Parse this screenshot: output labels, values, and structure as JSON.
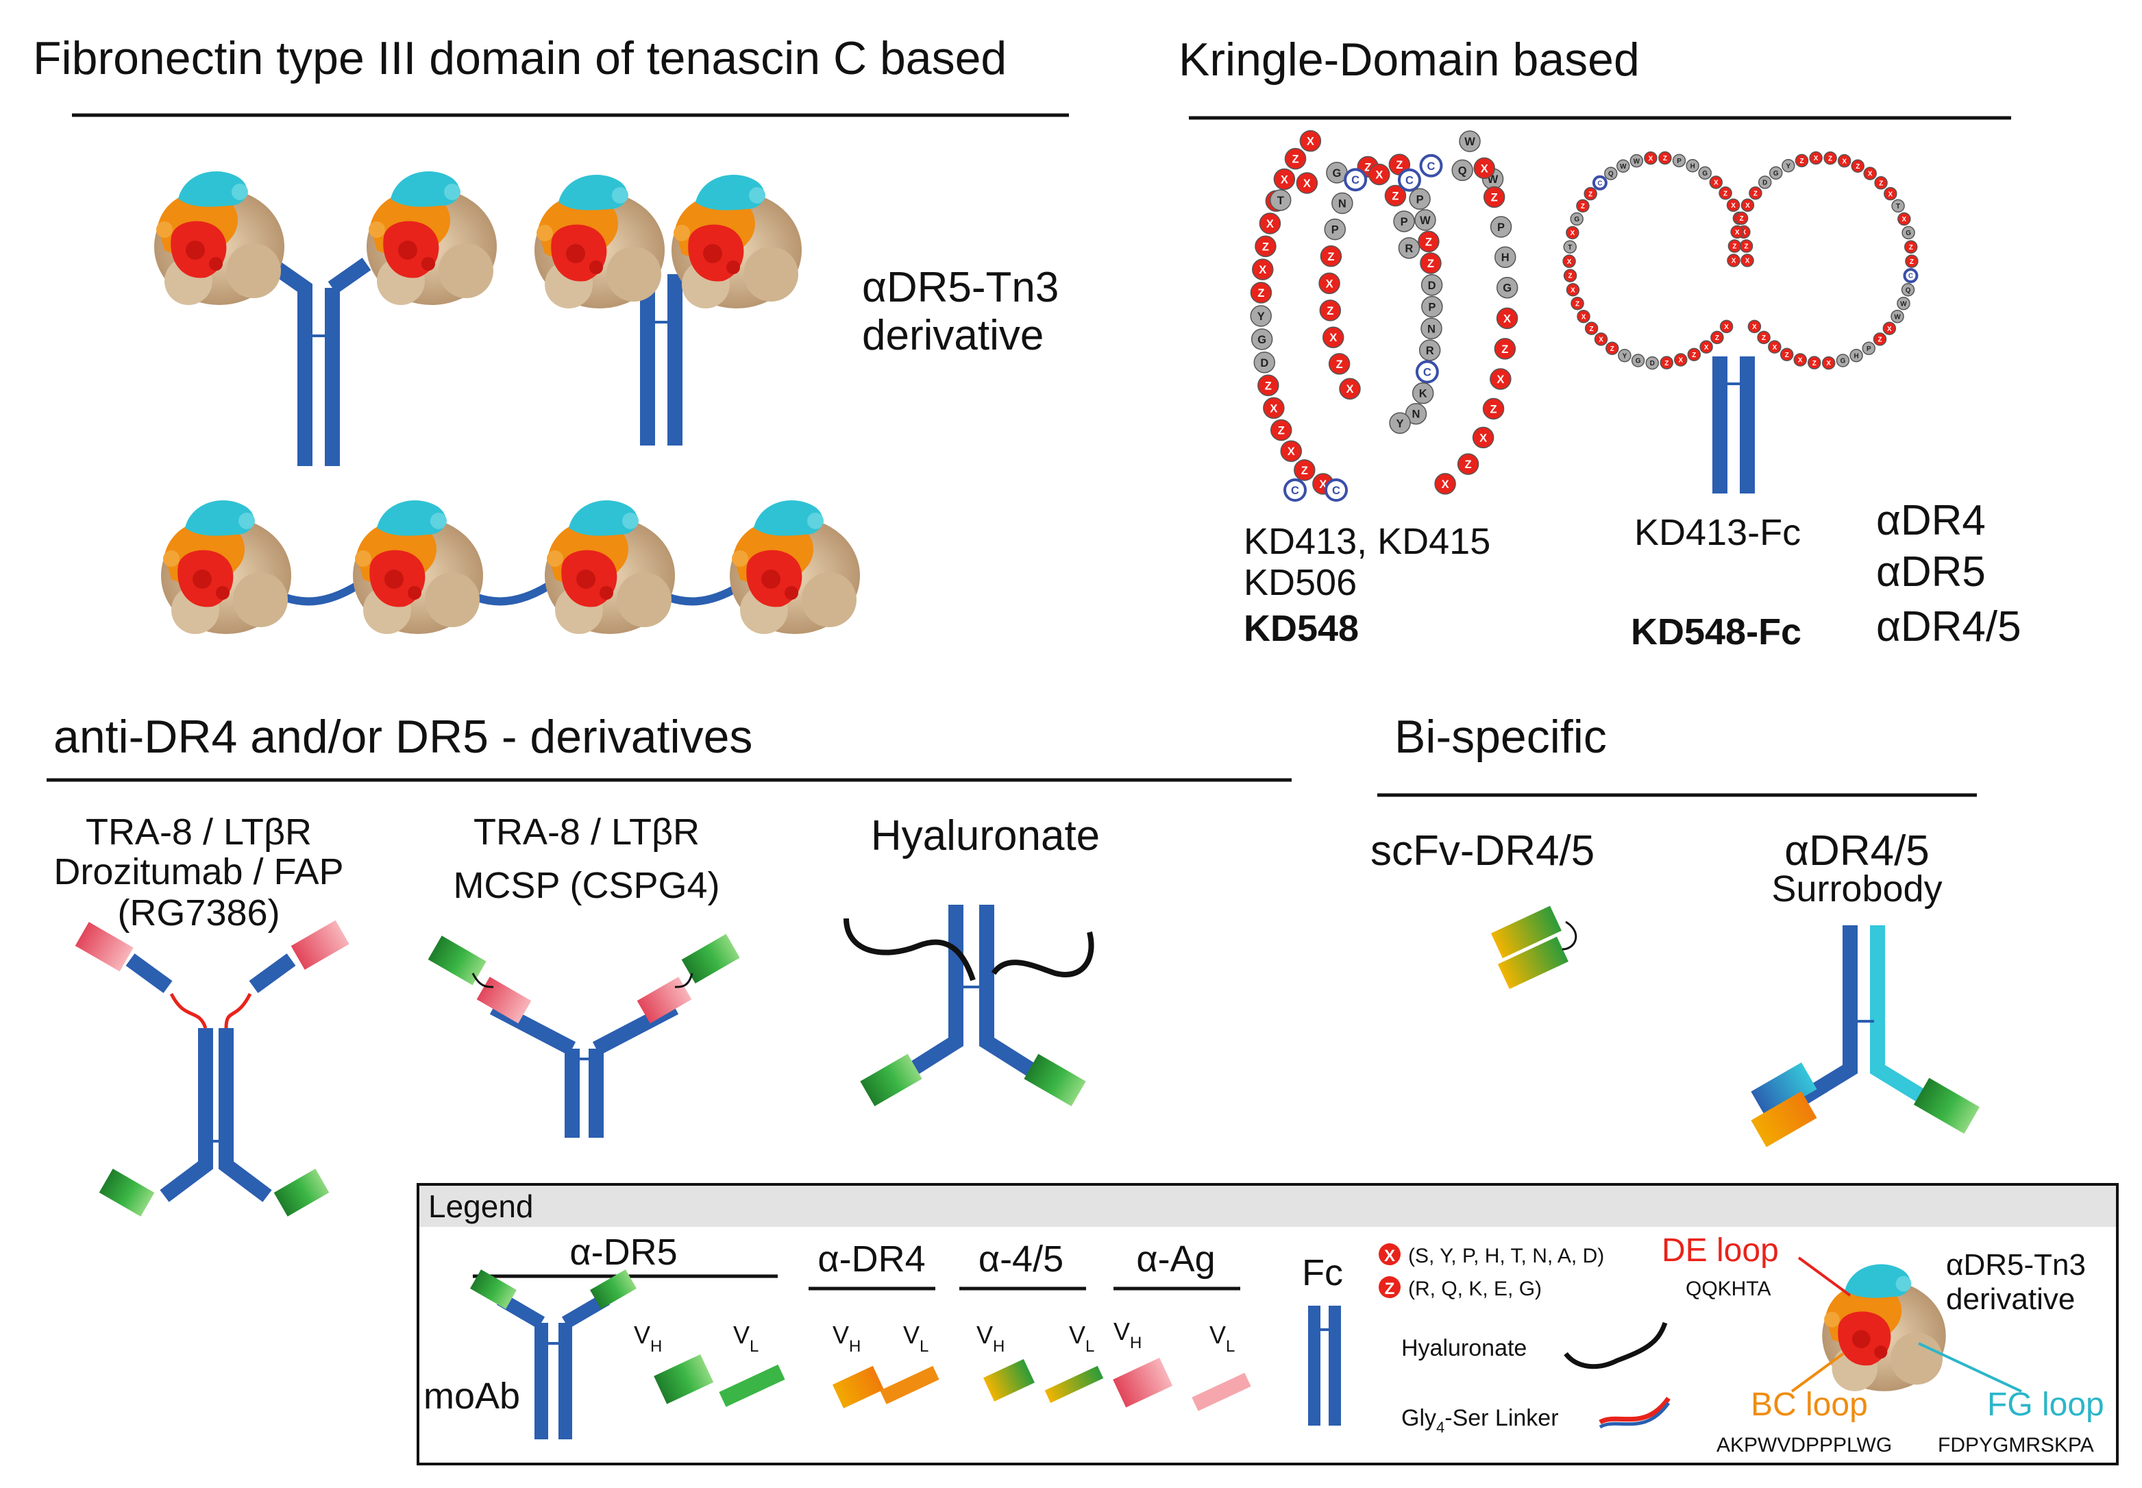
{
  "sections": {
    "fibronectin": {
      "title": "Fibronectin type III domain of tenascin C based",
      "label_line1": "αDR5-Tn3",
      "label_line2": "derivative"
    },
    "kringle": {
      "title": "Kringle-Domain based",
      "kd_line1": "KD413, KD415",
      "kd_line2": "KD506",
      "kd_line3": "KD548",
      "fc_line1": "KD413-Fc",
      "fc_line2": "KD548-Fc",
      "targets": [
        "αDR4",
        "αDR5",
        "αDR4/5"
      ],
      "loop_left_letters": [
        "X",
        "Z",
        "X",
        "Z",
        "X",
        "Z",
        "D",
        "G",
        "Y",
        "Z",
        "X",
        "Z",
        "X",
        "Z",
        "X",
        "Z",
        "X"
      ],
      "loop_top_letters": [
        "T",
        "X",
        "G",
        "Z",
        "Z",
        "C",
        "Q",
        "W"
      ],
      "loop_right_letters": [
        "W",
        "X",
        "Z",
        "P",
        "H",
        "G",
        "X",
        "Z",
        "X",
        "Z",
        "X",
        "Z",
        "X"
      ],
      "inner_left_letters": [
        "X",
        "Z",
        "X",
        "Z",
        "X",
        "Z",
        "P",
        "N",
        "C",
        "X",
        "Z",
        "P",
        "R"
      ],
      "inner_right_letters": [
        "C",
        "P",
        "W",
        "Z",
        "Z",
        "D",
        "P",
        "N",
        "R",
        "C",
        "K",
        "N",
        "Y"
      ],
      "bottom_letters": [
        "C",
        "C"
      ]
    },
    "anti_dr": {
      "title": "anti-DR4 and/or DR5 - derivatives",
      "construct1": [
        "TRA-8 / LTβR",
        "Drozitumab / FAP",
        "(RG7386)"
      ],
      "construct2": [
        "TRA-8 / LTβR",
        "MCSP (CSPG4)"
      ],
      "construct3": "Hyaluronate"
    },
    "bispecific": {
      "title": "Bi-specific",
      "construct1": "scFv-DR4/5",
      "construct2_line1": "αDR4/5",
      "construct2_line2": "Surrobody"
    }
  },
  "legend": {
    "title": "Legend",
    "groups": {
      "dr5": "α-DR5",
      "dr4": "α-DR4",
      "dr45": "α-4/5",
      "ag": "α-Ag",
      "fc": "Fc"
    },
    "moab": "moAb",
    "vh": "V",
    "vh_sub": "H",
    "vl": "V",
    "vl_sub": "L",
    "x_symbol": "X",
    "x_residues": "(S, Y, P, H, T, N, A, D)",
    "z_symbol": "Z",
    "z_residues": "(R, Q, K, E, G)",
    "hyaluronate": "Hyaluronate",
    "linker_prefix": "Gly",
    "linker_sub": "4",
    "linker_suffix": "-Ser Linker",
    "de_loop": "DE loop",
    "de_seq": "QQKHTA",
    "bc_loop": "BC loop",
    "bc_seq": "AKPWVDPPPLWG",
    "fg_loop": "FG loop",
    "fg_seq": "FDPYGMRSKPA",
    "tn3_line1": "αDR5-Tn3",
    "tn3_line2": "derivative"
  },
  "colors": {
    "fc_blue": "#2b5fb0",
    "red": "#e8231b",
    "orange": "#f08c10",
    "cyan": "#2fc2d4",
    "tan": "#d8bf9c",
    "green": "#2fa03a",
    "pink": "#f39aa0",
    "de_label": "#e8231b",
    "bc_label": "#f08c10",
    "fg_label": "#2bb6c9",
    "node_grey": "#a9a9a9",
    "node_blue": "#3a4fa8"
  }
}
